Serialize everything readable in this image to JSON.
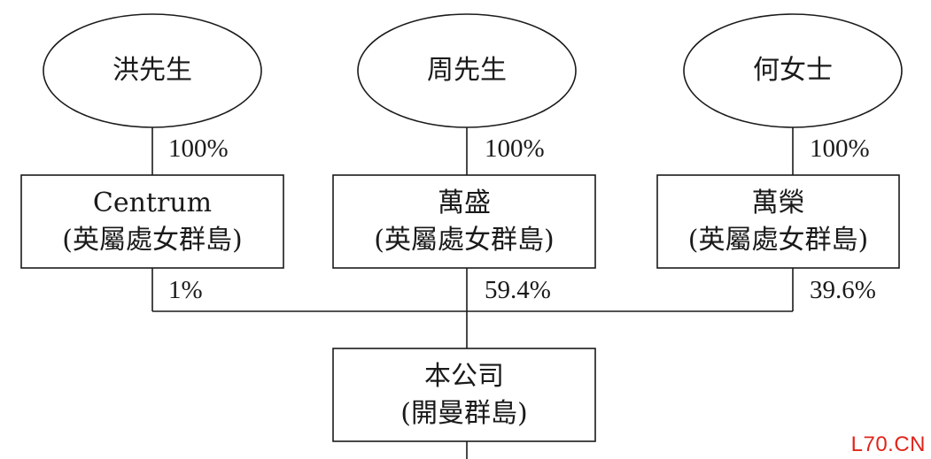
{
  "owners": [
    {
      "name": "洪先生",
      "pct": "100%"
    },
    {
      "name": "周先生",
      "pct": "100%"
    },
    {
      "name": "何女士",
      "pct": "100%"
    }
  ],
  "holdcos": [
    {
      "name": "Centrum",
      "jurisdiction": "(英屬處女群島)",
      "pct": "1%"
    },
    {
      "name": "萬盛",
      "jurisdiction": "(英屬處女群島)",
      "pct": "59.4%"
    },
    {
      "name": "萬榮",
      "jurisdiction": "(英屬處女群島)",
      "pct": "39.6%"
    }
  ],
  "company": {
    "name": "本公司",
    "jurisdiction": "(開曼群島)"
  },
  "watermark": "L70.CN",
  "colors": {
    "line": "#1a1a1a",
    "watermark": "#e0251b"
  }
}
